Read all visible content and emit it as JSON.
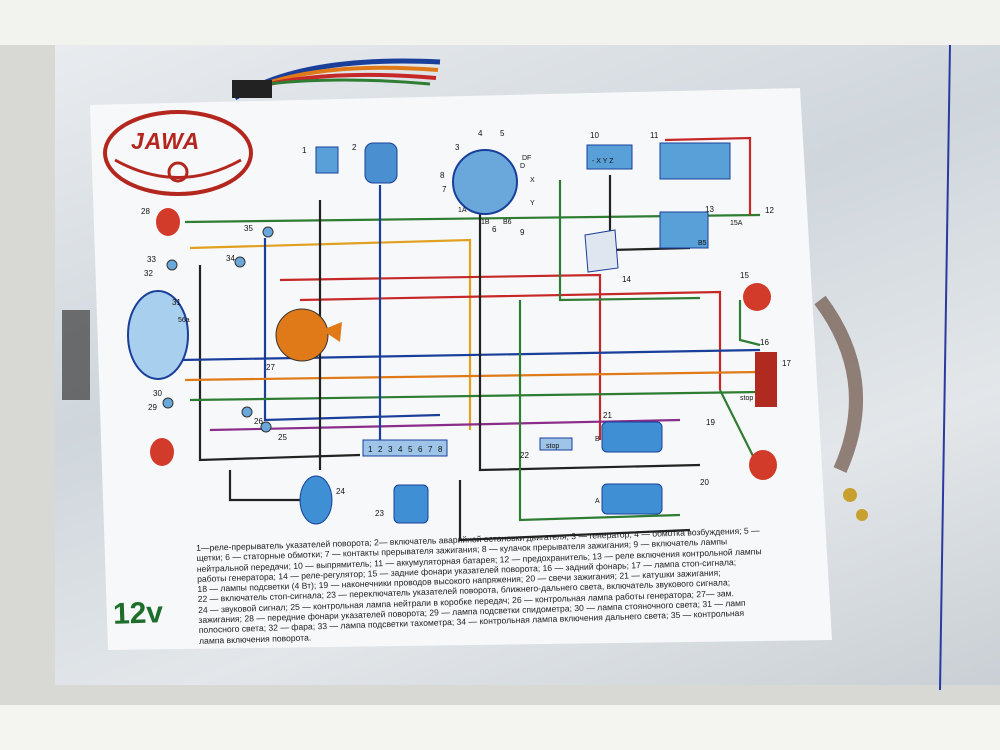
{
  "photo": {
    "logo": "JAWA",
    "voltage": "12v",
    "component_numbers": [
      "1",
      "2",
      "3",
      "4",
      "5",
      "6",
      "7",
      "8",
      "9",
      "10",
      "11",
      "12",
      "13",
      "14",
      "15",
      "16",
      "17",
      "19",
      "20",
      "21",
      "22",
      "23",
      "24",
      "25",
      "26",
      "27",
      "28",
      "29",
      "30",
      "31",
      "32",
      "33",
      "34",
      "35"
    ],
    "terminal_labels": {
      "generator_1a": "1A",
      "generator_1b": "1B",
      "generator_b6": "B6",
      "generator_df": "DF",
      "generator_d": "D",
      "generator_x": "X",
      "generator_y": "Y",
      "rectifier": "- X Y Z",
      "relay_b": "B",
      "relay_a": "A",
      "fuse": "15A",
      "regulator": "B5",
      "headlight": "56a",
      "stop": "stop",
      "stop_rear": "stop"
    },
    "connector_numbers": [
      "1",
      "2",
      "3",
      "4",
      "5",
      "6",
      "7",
      "8"
    ],
    "legend_lines": [
      "1—реле-прерыватель указателей поворота; 2— включатель аварийной остановки двигателя; 3 — генератор; 4 — обмотка возбуждения; 5 —",
      "щетки; 6 — статорные обмотки; 7 — контакты прерывателя зажигания; 8 — кулачок прерывателя зажигания; 9 — включатель лампы",
      "нейтральной передачи; 10 — выпрямитель; 11 — аккумуляторная батарея; 12 — предохранитель; 13 — реле включения контрольной лампы",
      "работы генератора; 14 — реле-регулятор; 15 — задние фонари указателей поворота; 16 — задний фонарь; 17 — лампа стоп-сигнала;",
      "18 — лампы подсветки (4 Вт); 19 — наконечники проводов высокого напряжения; 20 — свечи зажигания; 21 — катушки зажигания;",
      "22 — включатель стоп-сигнала; 23 — переключатель указателей поворота, ближнего-дальнего света, включатель звукового сигнала;",
      "24 — звуковой сигнал; 25 — контрольная лампа нейтрали в коробке передач; 26 — контрольная лампа работы генератора; 27— зам.",
      "зажигания; 28 — передние фонари указателей поворота; 29 — лампа подсветки спидометра; 30 — лампа стояночного света; 31 — ламп",
      "полосного света; 32 — фара; 33 — лампа подсветки тахометра; 34 — контрольная лампа включения дальнего света; 35 — контрольная",
      "лампа включения поворота."
    ]
  }
}
